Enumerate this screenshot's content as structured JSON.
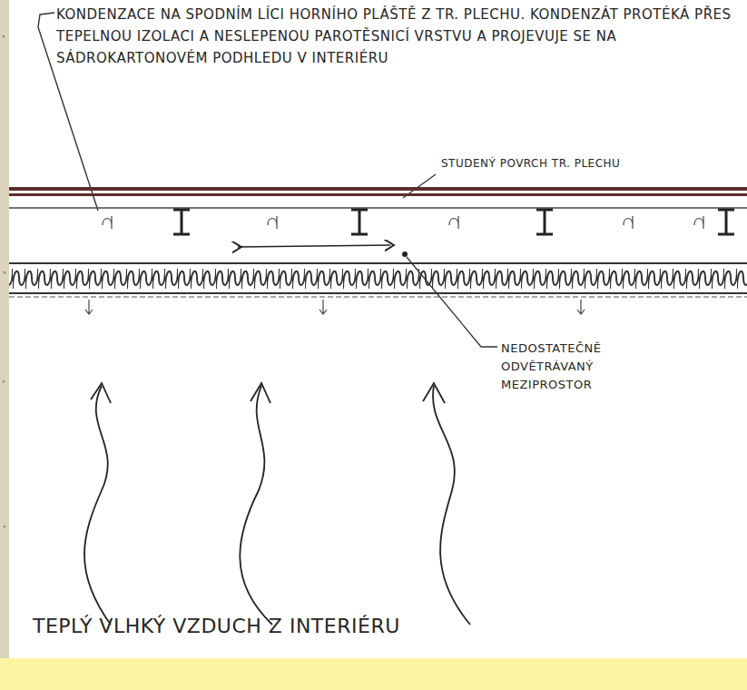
{
  "diagram": {
    "labels": [
      "KONDENZACE NA SPODNÍM LÍCI HORNÍHO PLÁŠTĚ Z TR. PLECHU. KONDENZÁT PROTÉKÁ PŘES TEPELNOU IZOLACI A NESLEPENOU PAROTĚSNICÍ VRSTVU A PROJEVUJE SE NA SÁDROKARTONOVÉM PODHLEDU V INTERIÉRU",
      "STUDENÝ POVRCH TR. PLECHU",
      "NEDOSTATEČNĚ ODVĚTRÁVANÝ MEZIPROSTOR",
      "TEPLÝ VLHKÝ VZDUCH Z INTERIÉRU"
    ]
  }
}
